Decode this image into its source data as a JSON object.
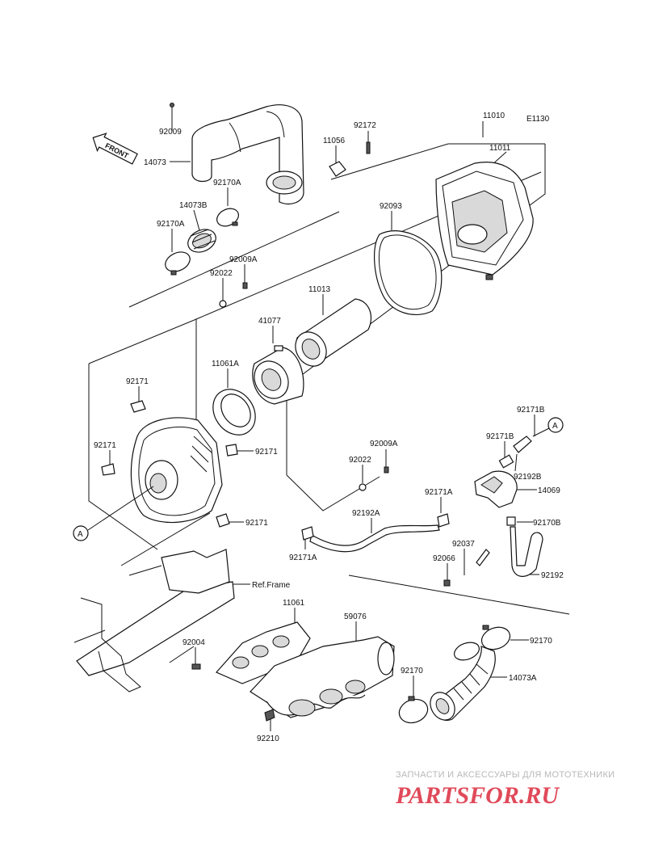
{
  "diagram_code": "E1130",
  "front_label": "FRONT",
  "ref_frame_label": "Ref.Frame",
  "callout_a": "A",
  "parts": {
    "p11010": "11010",
    "p11011": "11011",
    "p92172": "92172",
    "p11056": "11056",
    "p92009_top": "92009",
    "p14073": "14073",
    "p92170a_1": "92170A",
    "p14073b": "14073B",
    "p92170a_2": "92170A",
    "p92009a_1": "92009A",
    "p92022_1": "92022",
    "p92093": "92093",
    "p11013": "11013",
    "p41077": "41077",
    "p11061a": "11061A",
    "p92171_1": "92171",
    "p92171_2": "92171",
    "p92171_3": "92171",
    "p92171_4": "92171",
    "p92171b_1": "92171B",
    "p92171b_2": "92171B",
    "p92192b": "92192B",
    "p14069": "14069",
    "p92009a_2": "92009A",
    "p92022_2": "92022",
    "p92171a_1": "92171A",
    "p92192a": "92192A",
    "p92170b": "92170B",
    "p92171a_2": "92171A",
    "p92037": "92037",
    "p92066": "92066",
    "p92192": "92192",
    "p11061": "11061",
    "p59076": "59076",
    "p92004": "92004",
    "p92170_1": "92170",
    "p92170_2": "92170",
    "p14073a": "14073A",
    "p92210": "92210"
  },
  "watermark": {
    "tagline": "ЗАПЧАСТИ И АКСЕССУАРЫ ДЛЯ МОТОТЕХНИКИ",
    "brand_left": "PARTS",
    "brand_mid": "FOR",
    "brand_right": ".RU",
    "brand_color": "#e04a5a",
    "accent_color": "#4a7fc0"
  }
}
